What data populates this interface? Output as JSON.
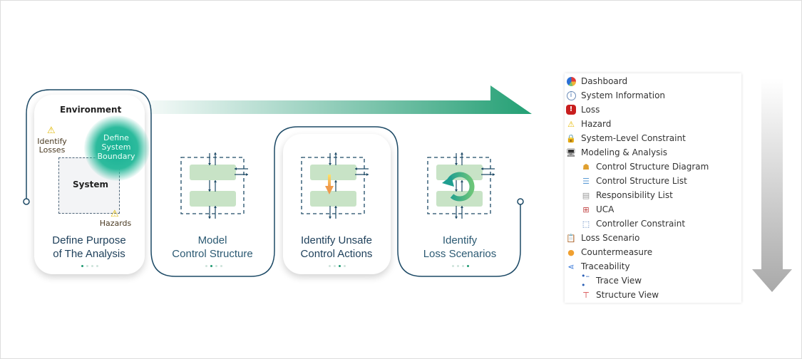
{
  "steps": [
    {
      "title_l1": "Define Purpose",
      "title_l2": "of The Analysis",
      "active_dot": 0
    },
    {
      "title_l1": "Model",
      "title_l2": "Control Structure",
      "active_dot": 1
    },
    {
      "title_l1": "Identify Unsafe",
      "title_l2": "Control Actions",
      "active_dot": 2
    },
    {
      "title_l1": "Identify",
      "title_l2": "Loss Scenarios",
      "active_dot": 3
    }
  ],
  "step1_diagram": {
    "environment": "Environment",
    "system": "System",
    "boundary_l1": "Define",
    "boundary_l2": "System",
    "boundary_l3": "Boundary",
    "losses_l1": "Identify",
    "losses_l2": "Losses",
    "hazards": "Hazards"
  },
  "menu": [
    {
      "label": "Dashboard",
      "icon": "pie-chart-icon",
      "indent": 0
    },
    {
      "label": "System Information",
      "icon": "info-icon",
      "indent": 0
    },
    {
      "label": "Loss",
      "icon": "alert-icon",
      "indent": 0
    },
    {
      "label": "Hazard",
      "icon": "warning-icon",
      "indent": 0
    },
    {
      "label": "System-Level Constraint",
      "icon": "lock-warning-icon",
      "indent": 0
    },
    {
      "label": "Modeling & Analysis",
      "icon": "monitor-icon",
      "indent": 0
    },
    {
      "label": "Control Structure Diagram",
      "icon": "hierarchy-icon",
      "indent": 1
    },
    {
      "label": "Control Structure List",
      "icon": "list-icon",
      "indent": 1
    },
    {
      "label": "Responsibility List",
      "icon": "document-icon",
      "indent": 1
    },
    {
      "label": "UCA",
      "icon": "search-table-icon",
      "indent": 1
    },
    {
      "label": "Controller Constraint",
      "icon": "constraint-icon",
      "indent": 1
    },
    {
      "label": "Loss Scenario",
      "icon": "clipboard-icon",
      "indent": 0
    },
    {
      "label": "Countermeasure",
      "icon": "lightbulb-icon",
      "indent": 0
    },
    {
      "label": "Traceability",
      "icon": "share-icon",
      "indent": 0
    },
    {
      "label": "Trace View",
      "icon": "trace-icon",
      "indent": 1
    },
    {
      "label": "Structure View",
      "icon": "structure-icon",
      "indent": 1
    }
  ],
  "colors": {
    "accent": "#1f9a72",
    "outline": "#1d4a66",
    "box": "#c8e3c6"
  }
}
